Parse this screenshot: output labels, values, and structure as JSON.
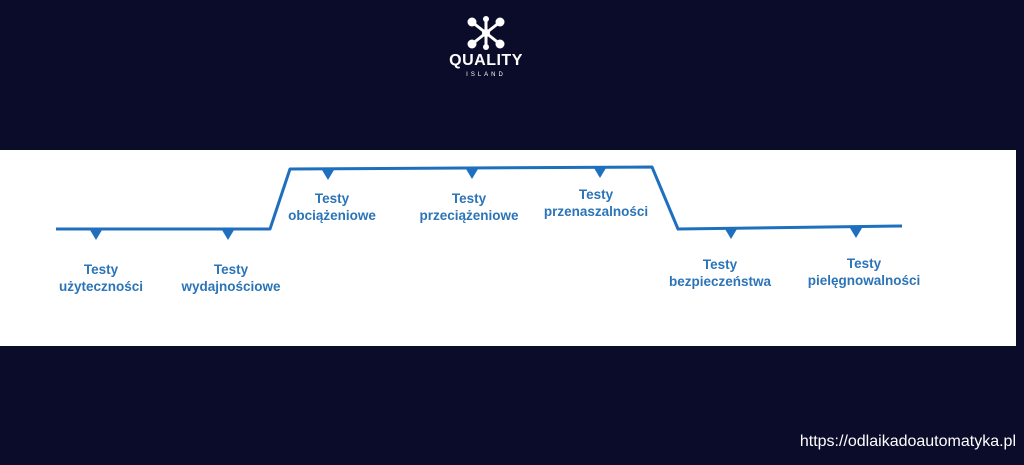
{
  "brand": {
    "name": "QUALITY",
    "subname": "ISLAND",
    "logo_icon": "molecule-network-icon",
    "text_color": "#ffffff"
  },
  "background_color": "#0b0b2a",
  "diagram": {
    "line_color": "#1f6fbf",
    "label_color": "#2b74b8",
    "stages": [
      {
        "line1": "Testy",
        "line2": "użyteczności",
        "level": "low"
      },
      {
        "line1": "Testy",
        "line2": "wydajnościowe",
        "level": "low"
      },
      {
        "line1": "Testy",
        "line2": "obciążeniowe",
        "level": "high"
      },
      {
        "line1": "Testy",
        "line2": "przeciążeniowe",
        "level": "high"
      },
      {
        "line1": "Testy",
        "line2": "przenaszalności",
        "level": "high"
      },
      {
        "line1": "Testy",
        "line2": "bezpieczeństwa",
        "level": "low"
      },
      {
        "line1": "Testy",
        "line2": "pielęgnowalności",
        "level": "low"
      }
    ]
  },
  "footer": {
    "url": "https://odlaikadoautomatyka.pl"
  }
}
